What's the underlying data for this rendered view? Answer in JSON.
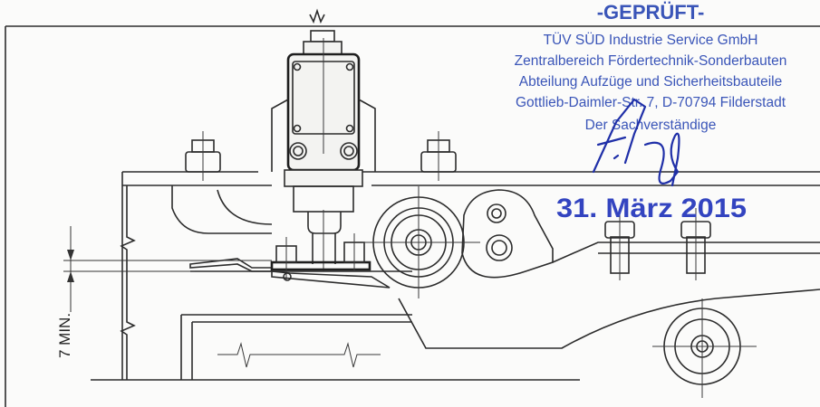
{
  "dimension": {
    "label": "7 MIN."
  },
  "stamp": {
    "heading": "-GEPRÜFT-",
    "lines": [
      "TÜV SÜD Industrie Service GmbH",
      "Zentralbereich Fördertechnik-Sonderbauten",
      "Abteilung Aufzüge und Sicherheitsbauteile",
      "Gottlieb-Daimler-Str. 7, D-70794 Filderstadt",
      "Der Sachverständige"
    ],
    "date": "31. März 2015",
    "stamp_color": "#3a55b8",
    "date_color": "#3344c0",
    "signature_color": "#1f2fa8"
  }
}
